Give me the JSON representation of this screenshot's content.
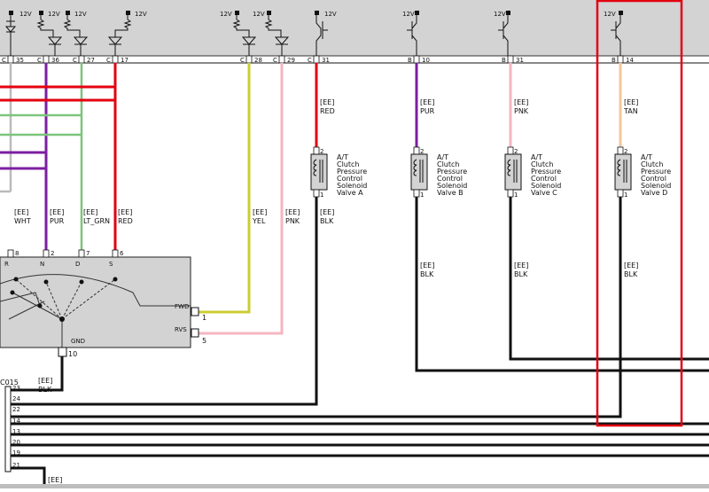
{
  "supply": {
    "voltage_label": "12V"
  },
  "top_connectors": [
    {
      "id": "c35",
      "letter": "C",
      "pin": "35"
    },
    {
      "id": "c36",
      "letter": "C",
      "pin": "36"
    },
    {
      "id": "c27",
      "letter": "C",
      "pin": "27"
    },
    {
      "id": "c17",
      "letter": "C",
      "pin": "17"
    },
    {
      "id": "c28",
      "letter": "C",
      "pin": "28"
    },
    {
      "id": "c29",
      "letter": "C",
      "pin": "29"
    },
    {
      "id": "c31",
      "letter": "C",
      "pin": "31"
    },
    {
      "id": "b10",
      "letter": "B",
      "pin": "10"
    },
    {
      "id": "b31",
      "letter": "B",
      "pin": "31"
    },
    {
      "id": "b14",
      "letter": "B",
      "pin": "14"
    }
  ],
  "wires": {
    "red_a": {
      "circuit": "[EE]",
      "color": "RED"
    },
    "pur_b": {
      "circuit": "[EE]",
      "color": "PUR"
    },
    "pnk_c": {
      "circuit": "[EE]",
      "color": "PNK"
    },
    "tan_d": {
      "circuit": "[EE]",
      "color": "TAN"
    },
    "yel": {
      "circuit": "[EE]",
      "color": "YEL"
    },
    "pnk_rvs": {
      "circuit": "[EE]",
      "color": "PNK"
    },
    "blk_a": {
      "circuit": "[EE]",
      "color": "BLK"
    },
    "blk_b": {
      "circuit": "[EE]",
      "color": "BLK"
    },
    "blk_c": {
      "circuit": "[EE]",
      "color": "BLK"
    },
    "blk_d": {
      "circuit": "[EE]",
      "color": "BLK"
    },
    "wht": {
      "circuit": "[EE]",
      "color": "WHT"
    },
    "pur": {
      "circuit": "[EE]",
      "color": "PUR"
    },
    "ltgrn": {
      "circuit": "[EE]",
      "color": "LT_GRN"
    },
    "red": {
      "circuit": "[EE]",
      "color": "RED"
    },
    "c015_blk": {
      "circuit": "[EE]",
      "color": "BLK"
    },
    "bottom": {
      "circuit": "[EE]"
    }
  },
  "solenoids": [
    {
      "id": "a",
      "lines": [
        "A/T",
        "Clutch",
        "Pressure",
        "Control",
        "Solenoid",
        "Valve A"
      ],
      "pin_top": "2",
      "pin_bottom": "1"
    },
    {
      "id": "b",
      "lines": [
        "A/T",
        "Clutch",
        "Pressure",
        "Control",
        "Solenoid",
        "Valve B"
      ],
      "pin_top": "2",
      "pin_bottom": "1"
    },
    {
      "id": "c",
      "lines": [
        "A/T",
        "Clutch",
        "Pressure",
        "Control",
        "Solenoid",
        "Valve C"
      ],
      "pin_top": "2",
      "pin_bottom": "1"
    },
    {
      "id": "d",
      "lines": [
        "A/T",
        "Clutch",
        "Pressure",
        "Control",
        "Solenoid",
        "Valve D"
      ],
      "pin_top": "2",
      "pin_bottom": "1"
    }
  ],
  "range_switch": {
    "pins": [
      "8",
      "2",
      "7",
      "6"
    ],
    "letters": [
      "R",
      "N",
      "D",
      "S"
    ],
    "fwd_label": "FWD",
    "rvs_label": "RVS",
    "gnd_label": "GND",
    "fwd_pin": "1",
    "rvs_pin": "5",
    "gnd_pin": "10"
  },
  "splice": {
    "name": "C015",
    "pins": [
      "23",
      "24",
      "22",
      "14",
      "13",
      "20",
      "19",
      "21"
    ]
  }
}
